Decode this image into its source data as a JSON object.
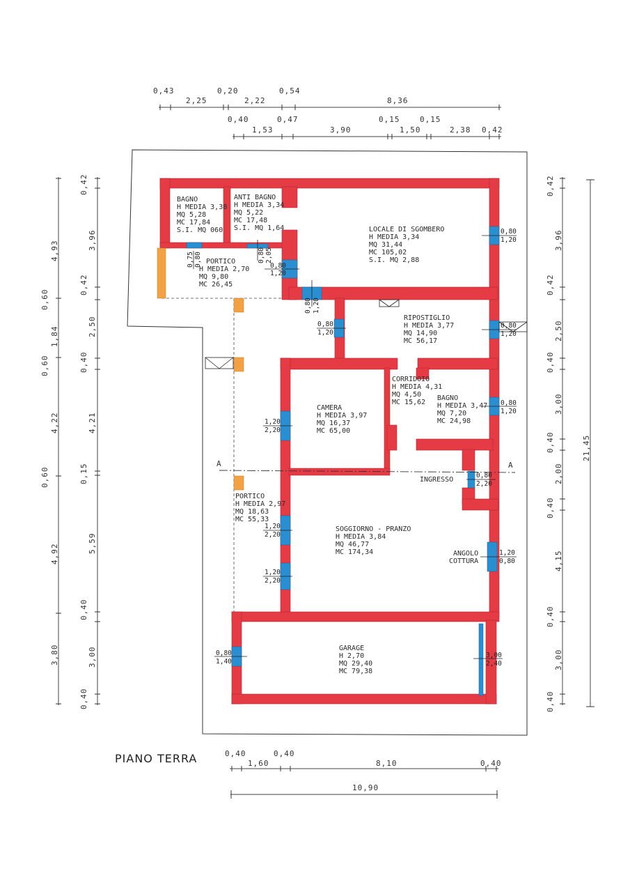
{
  "title": "PIANO TERRA",
  "rooms": {
    "bagno1": [
      "BAGNO",
      "H MEDIA 3,38",
      "MQ 5,28",
      "MC 17,84",
      "S.I. MQ 060"
    ],
    "antibagno": [
      "ANTI BAGNO",
      "H MEDIA 3,34",
      "MQ 5,22",
      "MC 17,48",
      "S.I. MQ 1,64"
    ],
    "locale": [
      "LOCALE DI SGOMBERO",
      "H MEDIA 3,34",
      "MQ 31,44",
      "MC 105,02",
      "S.I. MQ 2,88"
    ],
    "portico1": [
      "PORTICO",
      "H MEDIA 2,70",
      "MQ 9,80",
      "MC 26,45"
    ],
    "ripostiglio": [
      "RIPOSTIGLIO",
      "H MEDIA 3,77",
      "MQ 14,90",
      "MC 56,17"
    ],
    "corridoio": [
      "CORRIDOIO",
      "H MEDIA 4,31",
      "MQ 4,50",
      "MC 15,62"
    ],
    "camera": [
      "CAMERA",
      "H MEDIA 3,97",
      "MQ 16,37",
      "MC 65,00"
    ],
    "bagno2": [
      "BAGNO",
      "H MEDIA 3,47",
      "MQ 7,20",
      "MC 24,98"
    ],
    "portico2": [
      "PORTICO",
      "H MEDIA 2,97",
      "MQ 18,63",
      "MC 55,33"
    ],
    "soggiorno": [
      "SOGGIORNO - PRANZO",
      "H MEDIA 3,84",
      "MQ 46,77",
      "MC 174,34"
    ],
    "garage": [
      "GARAGE",
      "H 2,70",
      "MQ 29,40",
      "MC 79,38"
    ]
  },
  "labels": {
    "ingresso": "INGRESSO",
    "angolo1": "ANGOLO",
    "angolo2": "COTTURA",
    "section": "A"
  },
  "windows": {
    "w_locale": [
      "0,80",
      "1,20"
    ],
    "w_rip_right": [
      "0,80",
      "1,20"
    ],
    "w_bagno2": [
      "0,80",
      "1,20"
    ],
    "w_ingresso": [
      "0,80",
      "2,20"
    ],
    "w_cottura": [
      "1,20",
      "0,80"
    ],
    "w_garage_right": [
      "3,00",
      "2,40"
    ],
    "w_garage_left": [
      "0,80",
      "1,40"
    ],
    "w_rip_left": [
      "0,80",
      "1,20"
    ],
    "w_portico_right": [
      "0,80",
      "1,20"
    ],
    "w_top_v": [
      "0,80",
      "1,20"
    ],
    "w_camera": [
      "1,20",
      "2,20"
    ],
    "w_sogg1": [
      "1,20",
      "2,20"
    ],
    "w_sogg2": [
      "1,20",
      "2,20"
    ],
    "w_bagno1_small": [
      "0,75",
      "0,80"
    ],
    "w_anti_small": [
      "0,80",
      "2,05"
    ]
  },
  "dims": {
    "top1": [
      "0,43",
      "2,25",
      "0,20",
      "2,22",
      "0,54",
      "8,36"
    ],
    "top2": [
      "0,40",
      "1,53",
      "0,47",
      "3,90",
      "0,15",
      "1,50",
      "0,15",
      "2,38",
      "0,42"
    ],
    "left_outer": [
      "4,93",
      "0,60",
      "1,84",
      "0,60",
      "4,22",
      "0,60",
      "4,92",
      "3,80"
    ],
    "left_inner": [
      "0,42",
      "3,96",
      "0,42",
      "2,50",
      "0,40",
      "4,21",
      "0,15",
      "5,59",
      "0,40",
      "3,00",
      "0,40"
    ],
    "right_inner": [
      "0,42",
      "3,96",
      "0,42",
      "2,50",
      "0,40",
      "3,00",
      "0,40",
      "2,00",
      "0,40",
      "4,15",
      "0,40",
      "3,00",
      "0,40"
    ],
    "right_outer": "21,45",
    "bottom1": [
      "0,40",
      "1,60",
      "0,40",
      "8,10",
      "0,40"
    ],
    "bottom2": "10,90"
  }
}
